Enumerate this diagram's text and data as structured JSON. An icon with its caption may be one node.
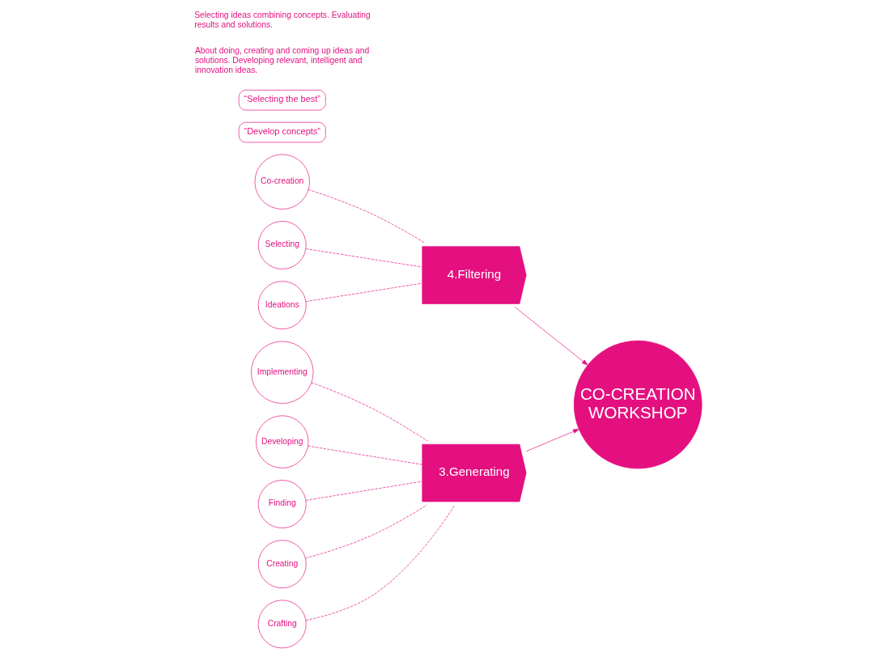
{
  "diagram": {
    "nodes": [
      {
        "text": [
          "Implementing"
        ]
      },
      {
        "text": [
          "Developing"
        ]
      },
      {
        "text": [
          "Finding"
        ]
      },
      {
        "text": [
          "Creating"
        ]
      },
      {
        "text": [
          "Crafting"
        ]
      },
      {
        "text": [
          "3.Generating"
        ]
      },
      {
        "text": [
          "“Develop concepts”"
        ]
      },
      {
        "text": [
          "CO-CREATION WORKSHOP"
        ]
      },
      {
        "text": [
          "Co-creation"
        ]
      },
      {
        "text": [
          "Selecting"
        ]
      },
      {
        "text": [
          "Ideations"
        ]
      },
      {
        "text": [
          "4.Filtering"
        ]
      },
      {
        "text": [
          "“Selecting the best”"
        ]
      }
    ],
    "edges": [
      {
        "from": 0,
        "to": 5,
        "arrow": "none",
        "style": "dashed"
      },
      {
        "from": 1,
        "to": 5,
        "arrow": "none",
        "style": "dashed"
      },
      {
        "from": 2,
        "to": 5,
        "arrow": "none",
        "style": "dashed"
      },
      {
        "from": 3,
        "to": 5,
        "arrow": "none",
        "style": "dashed"
      },
      {
        "from": 4,
        "to": 5,
        "arrow": "none",
        "style": "dashed"
      },
      {
        "from": 5,
        "to": 7,
        "arrow": "to"
      },
      {
        "from": 11,
        "to": 7,
        "arrow": "to"
      },
      {
        "from": 8,
        "to": 11,
        "arrow": "none",
        "style": "dashed"
      },
      {
        "from": 9,
        "to": 11,
        "arrow": "none",
        "style": "dashed"
      },
      {
        "from": 10,
        "to": 11,
        "arrow": "none",
        "style": "dashed"
      }
    ],
    "labels": [
      "About doing, creating and coming up ideas and solutions. Developing relevant, intelligent and innovation ideas.",
      "Selecting ideas combining concepts. Evaluating results and solutions."
    ]
  }
}
